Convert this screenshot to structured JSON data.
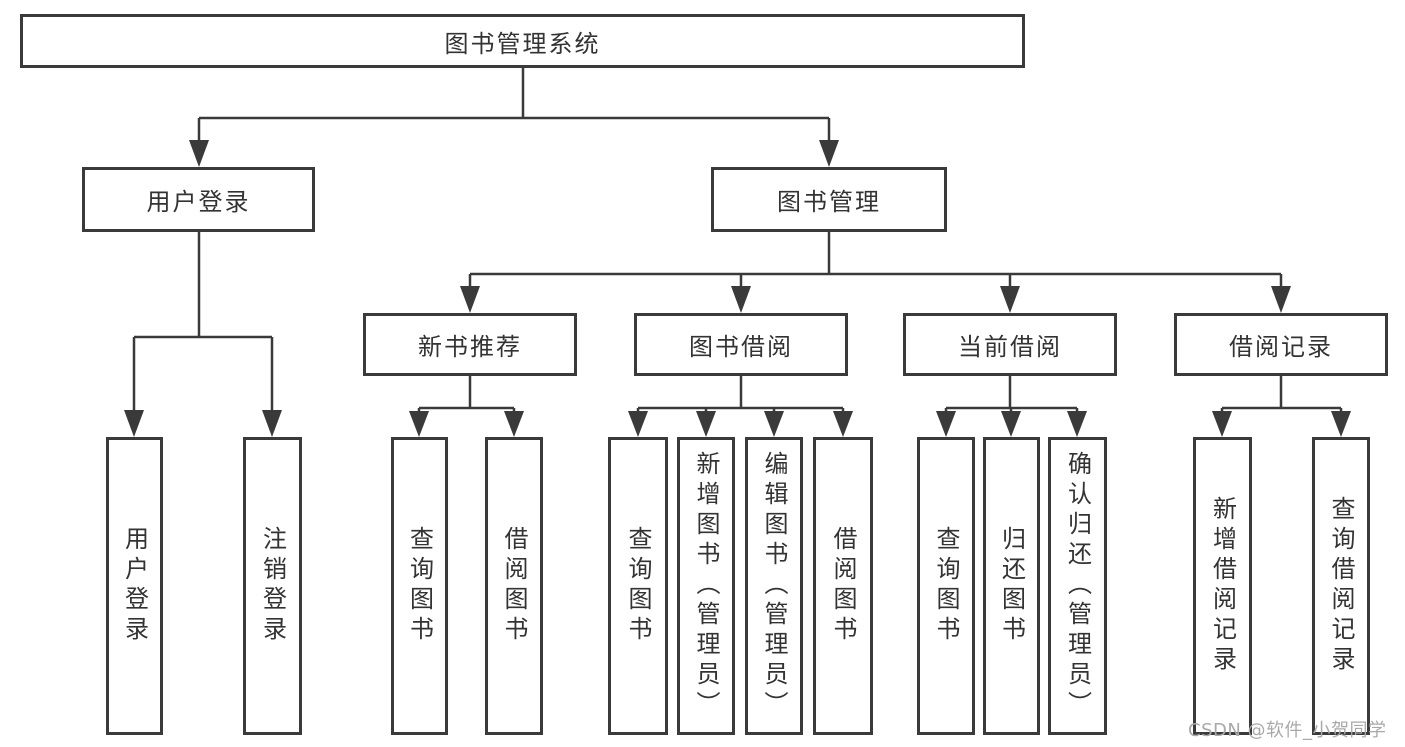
{
  "colors": {
    "line": "#3a3a3a",
    "text": "#333333",
    "watermark": "#a9a9a9",
    "background": "#ffffff"
  },
  "watermark": {
    "text": "CSDN @软件_小贺同学"
  },
  "tree": {
    "root": {
      "label": "图书管理系统",
      "children": [
        {
          "label": "用户登录",
          "children": [
            {
              "label": "用户登录"
            },
            {
              "label": "注销登录"
            }
          ]
        },
        {
          "label": "图书管理",
          "children": [
            {
              "label": "新书推荐",
              "children": [
                {
                  "label": "查询图书"
                },
                {
                  "label": "借阅图书"
                }
              ]
            },
            {
              "label": "图书借阅",
              "children": [
                {
                  "label": "查询图书"
                },
                {
                  "label": "新增图书（管理员）"
                },
                {
                  "label": "编辑图书（管理员）"
                },
                {
                  "label": "借阅图书"
                }
              ]
            },
            {
              "label": "当前借阅",
              "children": [
                {
                  "label": "查询图书"
                },
                {
                  "label": "归还图书"
                },
                {
                  "label": "确认归还（管理员）"
                }
              ]
            },
            {
              "label": "借阅记录",
              "children": [
                {
                  "label": "新增借阅记录"
                },
                {
                  "label": "查询借阅记录"
                }
              ]
            }
          ]
        }
      ]
    }
  }
}
